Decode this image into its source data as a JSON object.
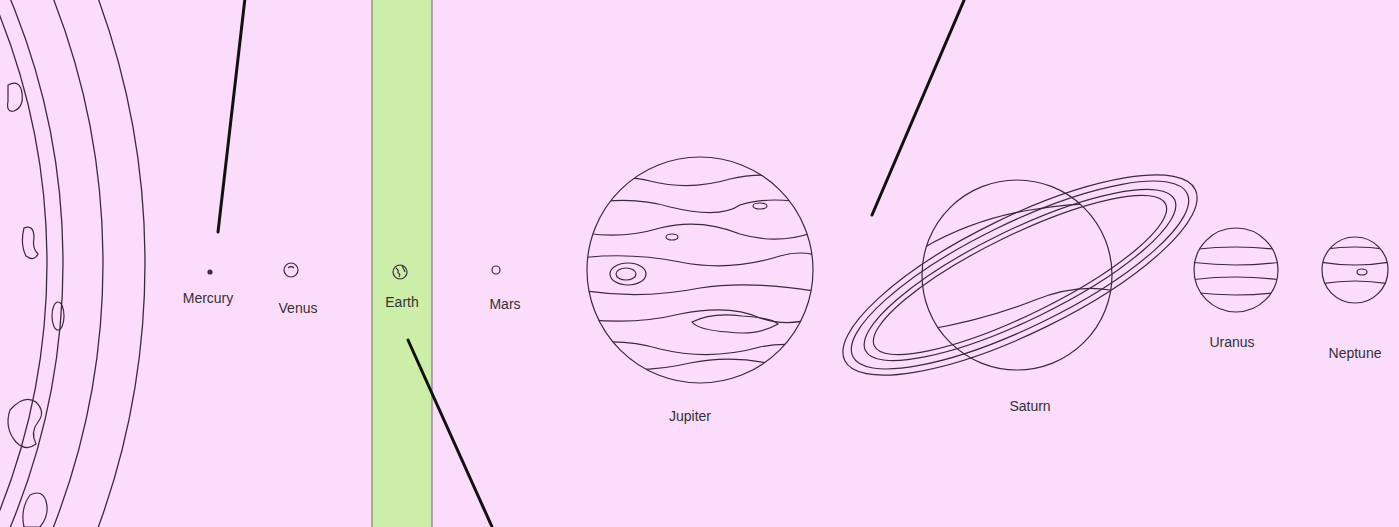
{
  "diagram": {
    "nodes": [
      {
        "text": [
          "Earth"
        ]
      }
    ],
    "labels": [
      "Mercury",
      "Venus",
      "Mars",
      "Jupiter",
      "Saturn",
      "Uranus",
      "Neptune"
    ]
  }
}
